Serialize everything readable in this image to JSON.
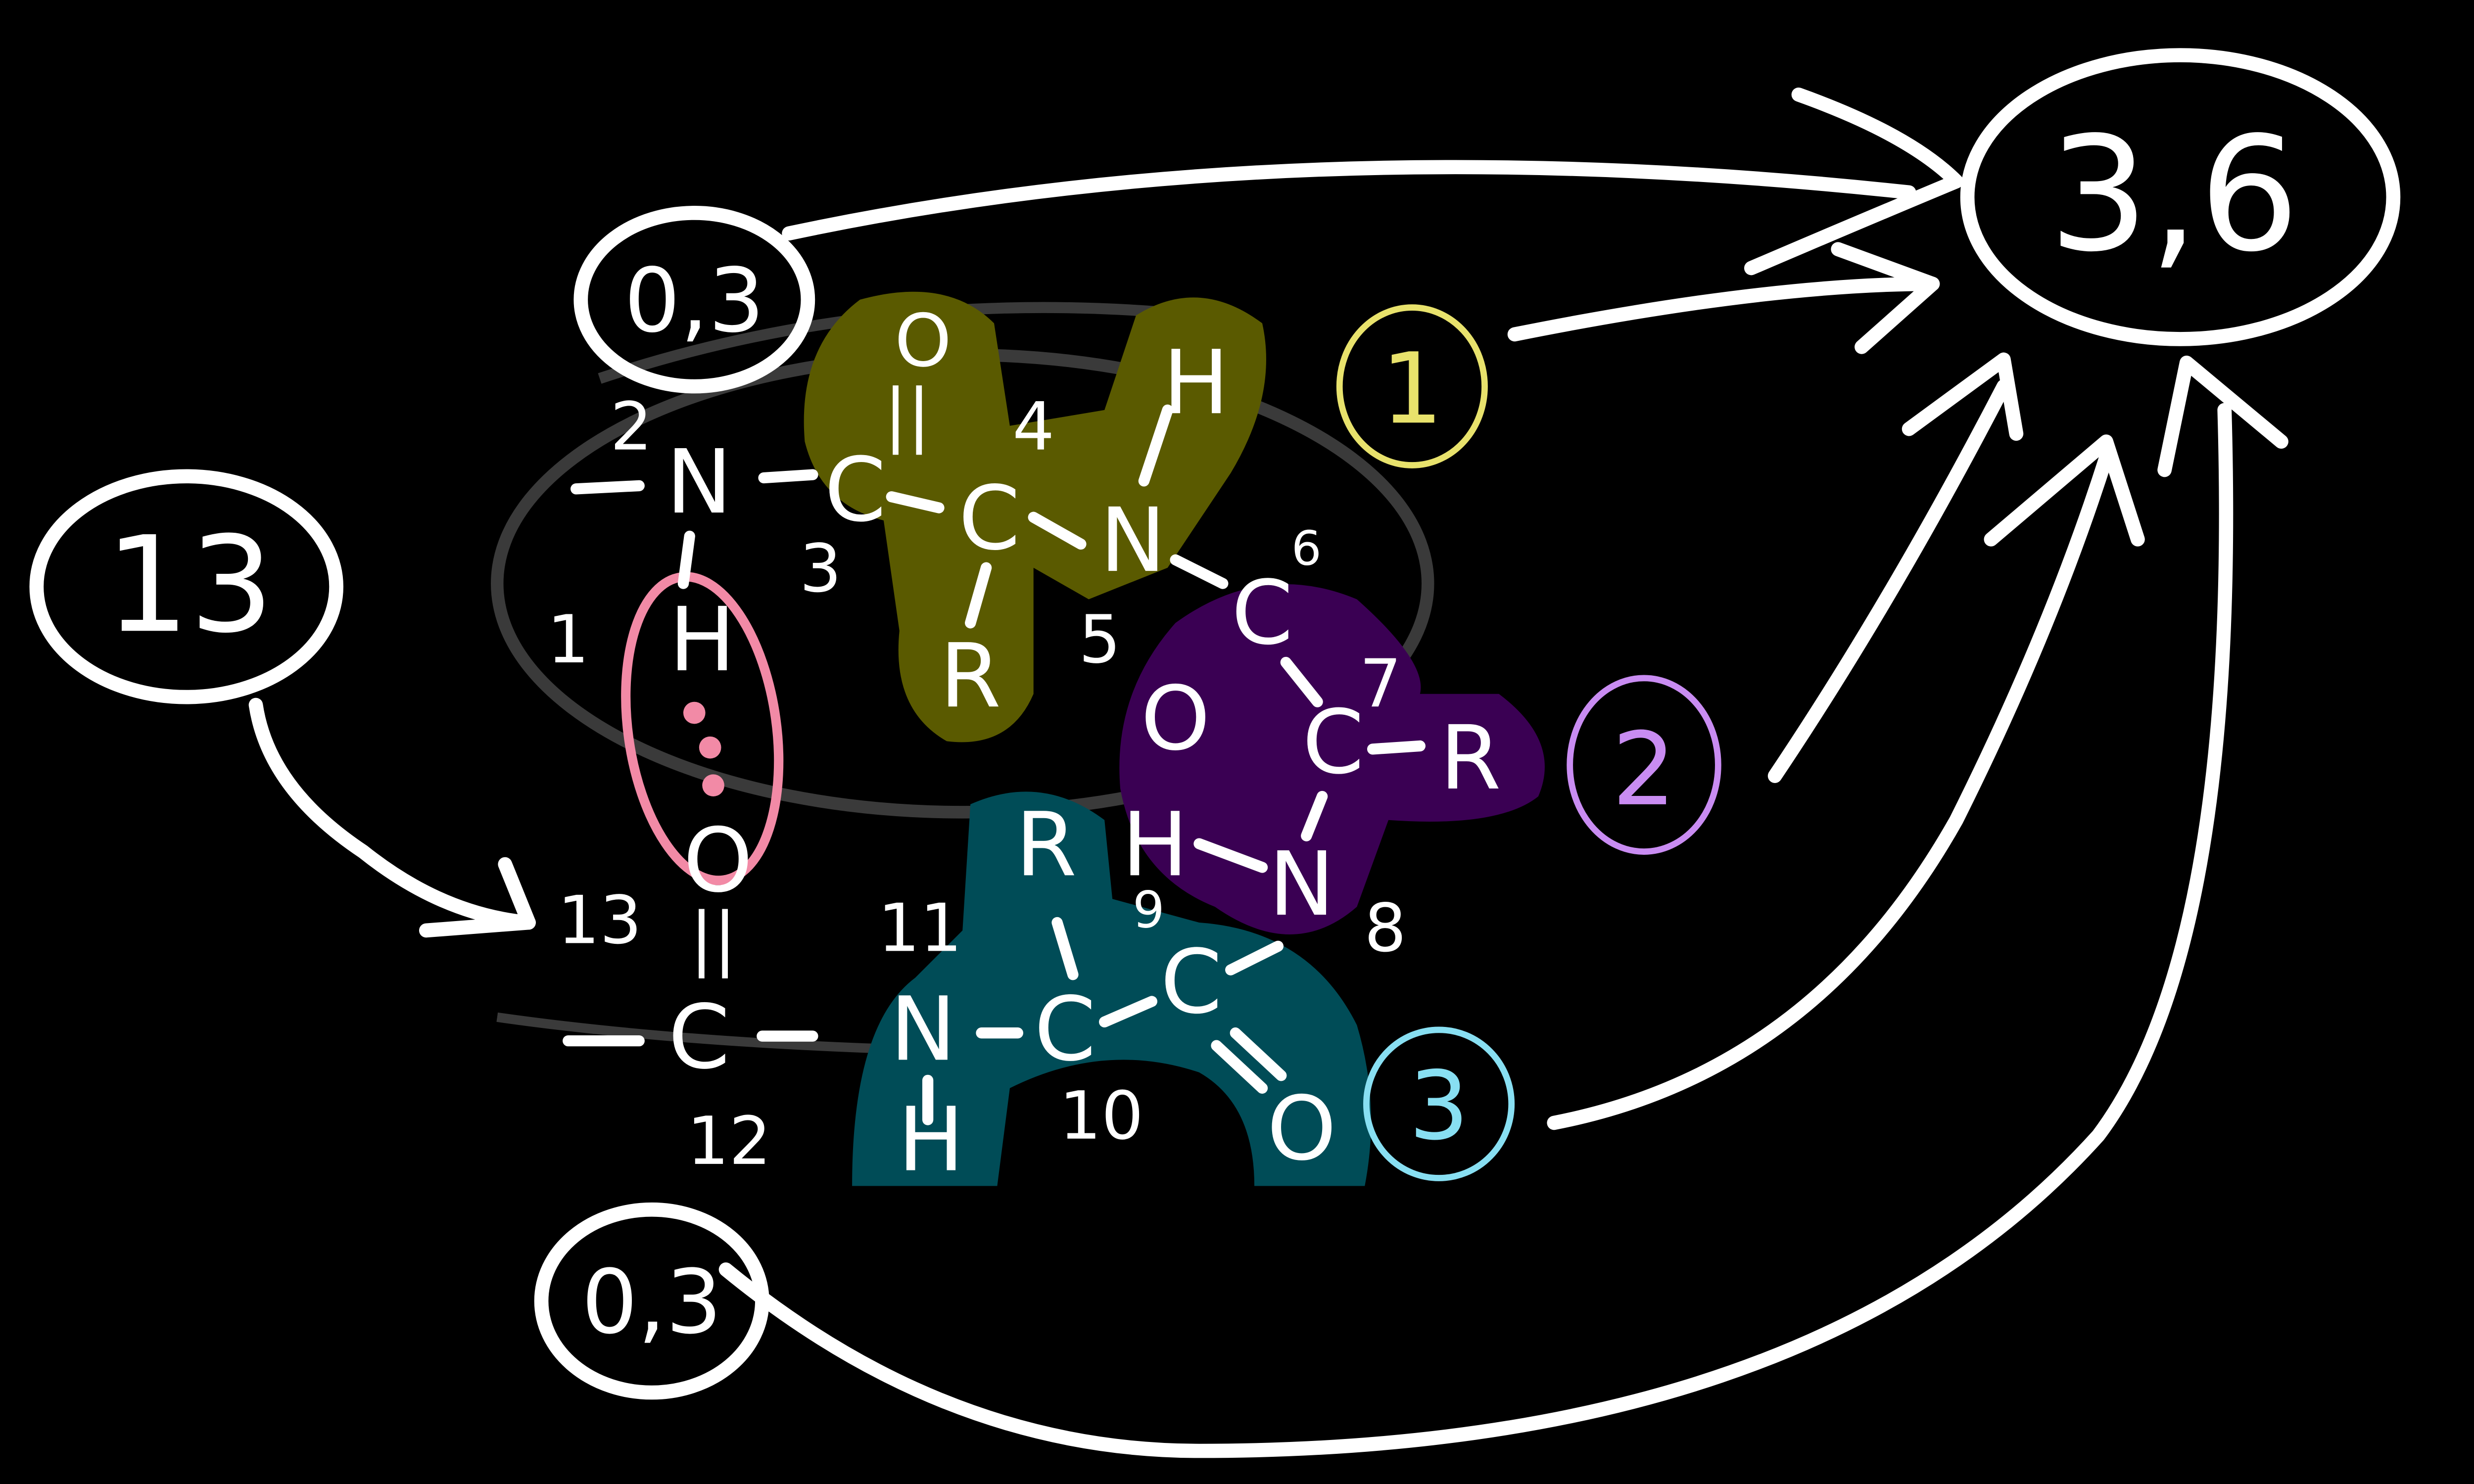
{
  "colors": {
    "background": "#000000",
    "ink": "#ffffff",
    "olive": "#5a5a00",
    "purple": "#3a0053",
    "teal": "#004c57",
    "pink": "#f28aa6",
    "yellow": "#e8e26c",
    "lilac": "#c98cf2",
    "cyan": "#88dff2",
    "grey_ring": "#3a3a3a"
  },
  "circled_numbers": {
    "top_left": "0,3",
    "left": "13",
    "bottom_left": "0,3",
    "result": "3,6",
    "one": "1",
    "two": "2",
    "three": "3"
  },
  "atoms": {
    "n1": "N",
    "c_carbonyl_top": "C",
    "o_top": "O",
    "c_alpha_top": "C",
    "h_top": "H",
    "n_top": "N",
    "r_top": "R",
    "h_left": "H",
    "o_left": "O",
    "c6": "C",
    "o6": "O",
    "c7": "C",
    "r7": "R",
    "h8": "H",
    "n8": "N",
    "r_teal": "R",
    "c9": "C",
    "c10": "C",
    "n11": "N",
    "h11": "H",
    "o10": "O",
    "c13": "C"
  },
  "atom_numbers": {
    "n1": "1",
    "n2": "2",
    "n3": "3",
    "n4": "4",
    "n5": "5",
    "n6": "6",
    "n7": "7",
    "n8": "8",
    "n9": "9",
    "n10": "10",
    "n11": "11",
    "n12": "12",
    "n13": "13"
  },
  "bond_marks": {
    "double_top": "||",
    "double_left": "||"
  }
}
